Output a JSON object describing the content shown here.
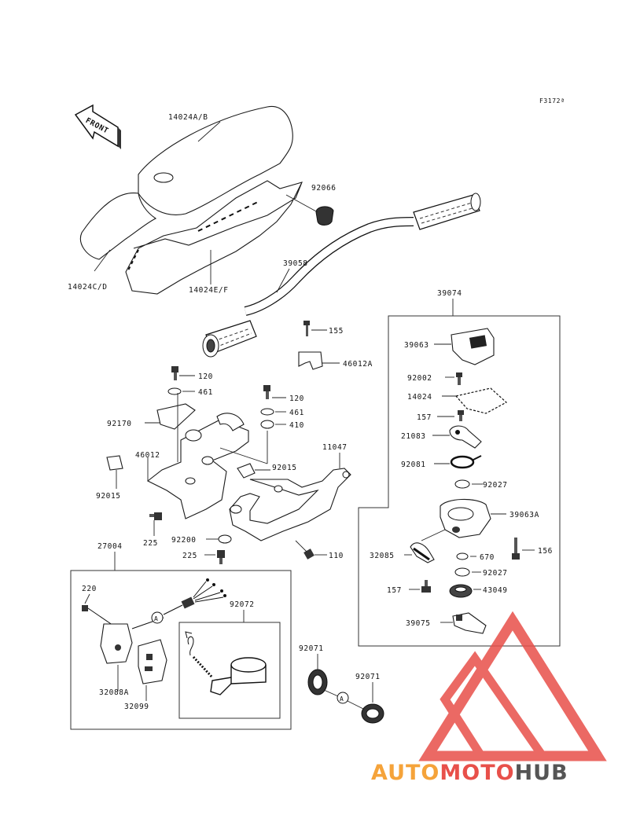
{
  "figure": {
    "ref_code": "F3172ª",
    "front_label": "FRONT"
  },
  "parts": {
    "p14024AB": "14024A/B",
    "p92066": "92066",
    "p14024CD": "14024C/D",
    "p14024EF": "14024E/F",
    "p39058": "39058",
    "p39074": "39074",
    "p155": "155",
    "p46012A": "46012A",
    "p120a": "120",
    "p461a": "461",
    "p120b": "120",
    "p461b": "461",
    "p410": "410",
    "p92170": "92170",
    "p46012": "46012",
    "p92015a": "92015",
    "p92015b": "92015",
    "p11047": "11047",
    "p225a": "225",
    "p92200": "92200",
    "p225b": "225",
    "p110": "110",
    "p27004": "27004",
    "p220": "220",
    "p92072": "92072",
    "p32088A": "32088A",
    "p32099": "32099",
    "p92071a": "92071",
    "p92071b": "92071",
    "p39063": "39063",
    "p92002": "92002",
    "p14024": "14024",
    "p157a": "157",
    "p21083": "21083",
    "p92081": "92081",
    "p92027a": "92027",
    "p39063A": "39063A",
    "p156": "156",
    "p32085": "32085",
    "p670": "670",
    "p92027b": "92027",
    "p157b": "157",
    "p43049": "43049",
    "p39075": "39075",
    "connector_a1": "A",
    "connector_a2": "A"
  },
  "watermark": {
    "part1": "AUTO",
    "part2": "MOTO",
    "part3": "HUB",
    "color_orange": "#f5a33a",
    "color_red": "#e8504a",
    "color_gray": "#555555"
  }
}
